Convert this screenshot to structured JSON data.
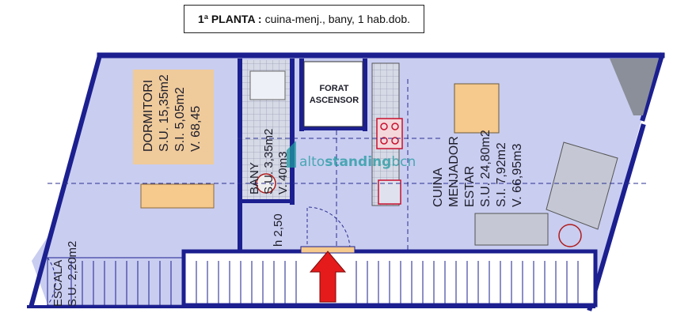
{
  "header": {
    "title_bold": "1ª PLANTA :",
    "title_rest": "cuina-menj., bany, 1 hab.dob."
  },
  "rooms": {
    "dormitori": {
      "name": "DORMITORI",
      "su": "S.U. 15,35m2",
      "si": "S.I. 5,05m2",
      "v": "V. 68,45"
    },
    "bany": {
      "name": "BANY",
      "su": "S.U. 3,35m2",
      "v": "V. 40m3"
    },
    "forat": {
      "line1": "FORAT",
      "line2": "ASCENSOR"
    },
    "cuina": {
      "line1": "CUINA",
      "line2": "MENJADOR",
      "line3": "ESTAR",
      "su": "S.U. 24,80m2",
      "si": "S.I. 7,92m2",
      "v": "V. 66,95m3"
    },
    "escala": {
      "name": "ESCALA",
      "su": "S.U. 2,20m2"
    }
  },
  "height_label": "h 2,50",
  "watermark": {
    "a": "alto",
    "b": "standing",
    "c": "bcn"
  },
  "colors": {
    "floor": "#c9cdf0",
    "wall": "#1b1f8f",
    "dorm_fill": "#f6c98c",
    "arrow": "#e51b1b",
    "kitchen_red": "#c8102e"
  }
}
